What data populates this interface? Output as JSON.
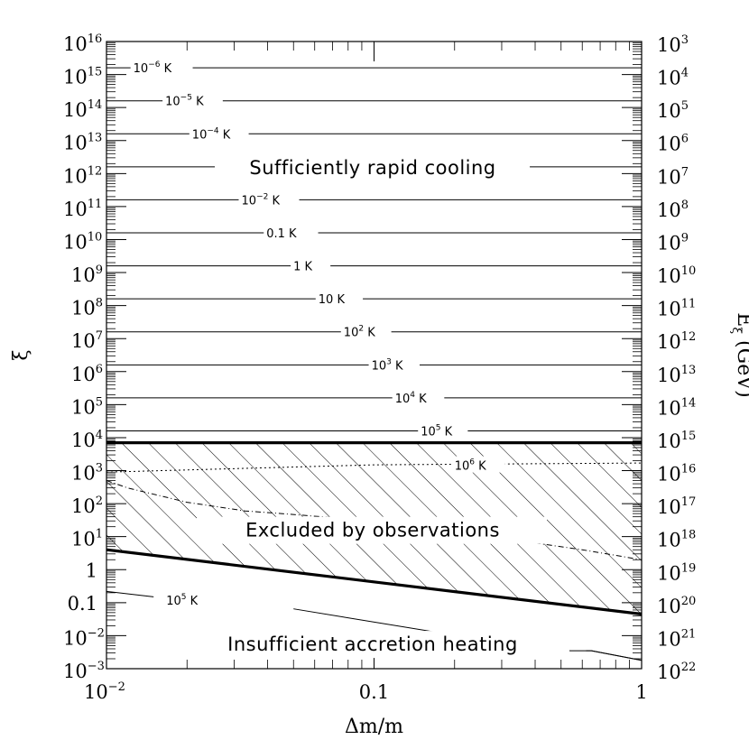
{
  "chart_data": {
    "type": "line",
    "x_axis": {
      "label": "Δm/m",
      "scale": "log",
      "range": [
        0.01,
        1
      ],
      "major_ticks": [
        {
          "value": 0.01,
          "base": "10",
          "exp": "−2"
        },
        {
          "value": 0.1,
          "base": "0.1",
          "exp": ""
        },
        {
          "value": 1,
          "base": "1",
          "exp": ""
        }
      ]
    },
    "y_axis_left": {
      "label": "ξ",
      "scale": "log",
      "range": [
        0.001,
        1e+16
      ],
      "major_ticks": [
        {
          "value": 1e+16,
          "base": "10",
          "exp": "16"
        },
        {
          "value": 1000000000000000.0,
          "base": "10",
          "exp": "15"
        },
        {
          "value": 100000000000000.0,
          "base": "10",
          "exp": "14"
        },
        {
          "value": 10000000000000.0,
          "base": "10",
          "exp": "13"
        },
        {
          "value": 1000000000000.0,
          "base": "10",
          "exp": "12"
        },
        {
          "value": 100000000000.0,
          "base": "10",
          "exp": "11"
        },
        {
          "value": 10000000000.0,
          "base": "10",
          "exp": "10"
        },
        {
          "value": 1000000000.0,
          "base": "10",
          "exp": "9"
        },
        {
          "value": 100000000.0,
          "base": "10",
          "exp": "8"
        },
        {
          "value": 10000000.0,
          "base": "10",
          "exp": "7"
        },
        {
          "value": 1000000.0,
          "base": "10",
          "exp": "6"
        },
        {
          "value": 100000.0,
          "base": "10",
          "exp": "5"
        },
        {
          "value": 10000.0,
          "base": "10",
          "exp": "4"
        },
        {
          "value": 1000.0,
          "base": "10",
          "exp": "3"
        },
        {
          "value": 100.0,
          "base": "10",
          "exp": "2"
        },
        {
          "value": 10,
          "base": "10",
          "exp": "1"
        },
        {
          "value": 1,
          "base": "1",
          "exp": ""
        },
        {
          "value": 0.1,
          "base": "0.1",
          "exp": ""
        },
        {
          "value": 0.01,
          "base": "10",
          "exp": "−2"
        },
        {
          "value": 0.001,
          "base": "10",
          "exp": "−3"
        }
      ]
    },
    "y_axis_right": {
      "label_main": "E",
      "label_sub": "ξ",
      "label_unit": "(GeV)",
      "scale": "log",
      "tick_labels": [
        {
          "base": "10",
          "exp": "3"
        },
        {
          "base": "10",
          "exp": "4"
        },
        {
          "base": "10",
          "exp": "5"
        },
        {
          "base": "10",
          "exp": "6"
        },
        {
          "base": "10",
          "exp": "7"
        },
        {
          "base": "10",
          "exp": "8"
        },
        {
          "base": "10",
          "exp": "9"
        },
        {
          "base": "10",
          "exp": "10"
        },
        {
          "base": "10",
          "exp": "11"
        },
        {
          "base": "10",
          "exp": "12"
        },
        {
          "base": "10",
          "exp": "13"
        },
        {
          "base": "10",
          "exp": "14"
        },
        {
          "base": "10",
          "exp": "15"
        },
        {
          "base": "10",
          "exp": "16"
        },
        {
          "base": "10",
          "exp": "17"
        },
        {
          "base": "10",
          "exp": "18"
        },
        {
          "base": "10",
          "exp": "19"
        },
        {
          "base": "10",
          "exp": "20"
        },
        {
          "base": "10",
          "exp": "21"
        },
        {
          "base": "10",
          "exp": "22"
        }
      ]
    },
    "isotherms": [
      {
        "label": "10",
        "exp": "−6",
        "unit": " K",
        "y": 1600000000000000.0,
        "label_x_start": 0.0123,
        "label_x_end": 0.021
      },
      {
        "label": "10",
        "exp": "−5",
        "unit": " K",
        "y": 160000000000000.0,
        "label_x_start": 0.0162,
        "label_x_end": 0.0272
      },
      {
        "label": "10",
        "exp": "−4",
        "unit": " K",
        "y": 16000000000000.0,
        "label_x_start": 0.0204,
        "label_x_end": 0.034
      },
      {
        "label": "",
        "exp": "",
        "unit": "",
        "y": 1600000000000.0,
        "label_x_start": 0.0254,
        "label_x_end": 0.382
      },
      {
        "label": "10",
        "exp": "−2",
        "unit": " K",
        "y": 160000000000.0,
        "label_x_start": 0.0312,
        "label_x_end": 0.0525
      },
      {
        "label": "0.1 K",
        "exp": "",
        "unit": "",
        "y": 16000000000.0,
        "label_x_start": 0.0387,
        "label_x_end": 0.0618
      },
      {
        "label": "1 K",
        "exp": "",
        "unit": "",
        "y": 1600000000.0,
        "label_x_start": 0.0488,
        "label_x_end": 0.0687
      },
      {
        "label": "10 K",
        "exp": "",
        "unit": "",
        "y": 160000000.0,
        "label_x_start": 0.0605,
        "label_x_end": 0.0908
      },
      {
        "label": "10",
        "exp": "2",
        "unit": " K",
        "y": 16000000.0,
        "label_x_start": 0.0752,
        "label_x_end": 0.116
      },
      {
        "label": "10",
        "exp": "3",
        "unit": " K",
        "y": 1600000.0,
        "label_x_start": 0.0955,
        "label_x_end": 0.148
      },
      {
        "label": "10",
        "exp": "4",
        "unit": " K",
        "y": 160000.0,
        "label_x_start": 0.117,
        "label_x_end": 0.183
      },
      {
        "label": "10",
        "exp": "5",
        "unit": " K",
        "y": 16000.0,
        "label_x_start": 0.146,
        "label_x_end": 0.224
      }
    ],
    "iso_10_6": {
      "label": "10",
      "exp": "6",
      "unit": " K",
      "points": [
        [
          0.01,
          900
        ],
        [
          0.1,
          1500
        ],
        [
          1,
          1700
        ]
      ],
      "label_x": 0.2
    },
    "upper_boundary": {
      "points": [
        [
          0.01,
          7000
        ],
        [
          1,
          7000
        ]
      ]
    },
    "lower_boundary": {
      "points": [
        [
          0.01,
          4
        ],
        [
          1,
          0.045
        ]
      ]
    },
    "dash_dot_curve": {
      "points": [
        [
          0.01,
          500
        ],
        [
          0.012,
          300
        ],
        [
          0.02,
          110
        ],
        [
          0.033,
          60
        ],
        [
          0.045,
          50
        ],
        [
          0.1,
          30
        ],
        [
          0.3,
          9
        ],
        [
          0.6,
          4
        ],
        [
          1,
          2
        ]
      ]
    },
    "bottom_isotherm": {
      "label": "10",
      "exp": "5",
      "unit": " K",
      "points": [
        [
          0.01,
          0.22
        ],
        [
          0.3,
          0.006
        ],
        [
          0.54,
          0.0035
        ],
        [
          0.65,
          0.0035
        ],
        [
          1,
          0.0018
        ]
      ],
      "label_x": 0.015
    },
    "region_labels": {
      "top": "Sufficiently rapid cooling",
      "middle": "Excluded by observations",
      "bottom": "Insufficient accretion heating"
    }
  }
}
